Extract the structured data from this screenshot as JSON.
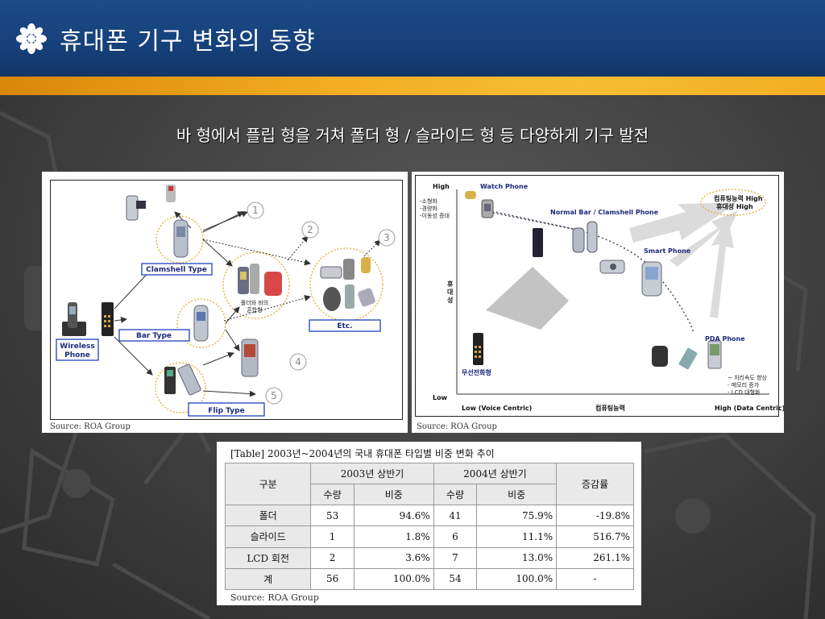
{
  "slide": {
    "title": "휴대폰 기구 변화의 동향",
    "subtitle": "바 형에서 플립 형을 거쳐 폴더 형 / 슬라이드 형 등 다양하게 기구 발전"
  },
  "left_figure": {
    "labels": {
      "clamshell": "Clamshell Type",
      "bar": "Bar Type",
      "flip": "Flip Type",
      "wireless": "Wireless Phone",
      "etc": "Etc.",
      "hybrid_1": "폴더와 바의",
      "hybrid_2": "혼합형"
    },
    "numbers": [
      "1",
      "2",
      "3",
      "4",
      "5"
    ],
    "source": "Source: ROA Group"
  },
  "right_figure": {
    "y_high": "High",
    "y_low": "Low",
    "y_axis": "휴대성",
    "x_axis": "컴퓨팅능력",
    "x_low": "Low (Voice Centric)",
    "x_high": "High (Data Centric)",
    "watch_phone": "Watch Phone",
    "watch_notes": [
      "-소형화",
      "-경량화",
      "-이동성 증대"
    ],
    "normal_bar": "Normal Bar / Clamshell Phone",
    "goal_line1": "컴퓨팅능력 High",
    "goal_line2": "휴대성 High",
    "smart_phone": "Smart Phone",
    "pda_phone": "PDA Phone",
    "wireless": "무선전화형",
    "pda_notes": [
      "~ 처리속도 향상",
      "- 메모리 증가",
      "- LCD 대형화"
    ],
    "source": "Source: ROA Group"
  },
  "table": {
    "title": "[Table] 2003년~2004년의 국내 휴대폰 타입별 비중 변화 추이",
    "h_type": "구분",
    "h_2003": "2003년 상반기",
    "h_2004": "2004년 상반기",
    "h_change": "증감률",
    "h_qty": "수량",
    "h_ratio": "비중",
    "rows": [
      {
        "type": "폴더",
        "q2003": "53",
        "r2003": "94.6%",
        "q2004": "41",
        "r2004": "75.9%",
        "change": "-19.8%"
      },
      {
        "type": "슬라이드",
        "q2003": "1",
        "r2003": "1.8%",
        "q2004": "6",
        "r2004": "11.1%",
        "change": "516.7%"
      },
      {
        "type": "LCD 회전",
        "q2003": "2",
        "r2003": "3.6%",
        "q2004": "7",
        "r2004": "13.0%",
        "change": "261.1%"
      },
      {
        "type": "계",
        "q2003": "56",
        "r2003": "100.0%",
        "q2004": "54",
        "r2004": "100.0%",
        "change": "-"
      }
    ],
    "source": "Source: ROA Group"
  },
  "colors": {
    "header": "#1a4683",
    "stripe": "#f3ad22",
    "label_border": "#1f3fbf",
    "dotted_circle": "#e3b84a"
  }
}
